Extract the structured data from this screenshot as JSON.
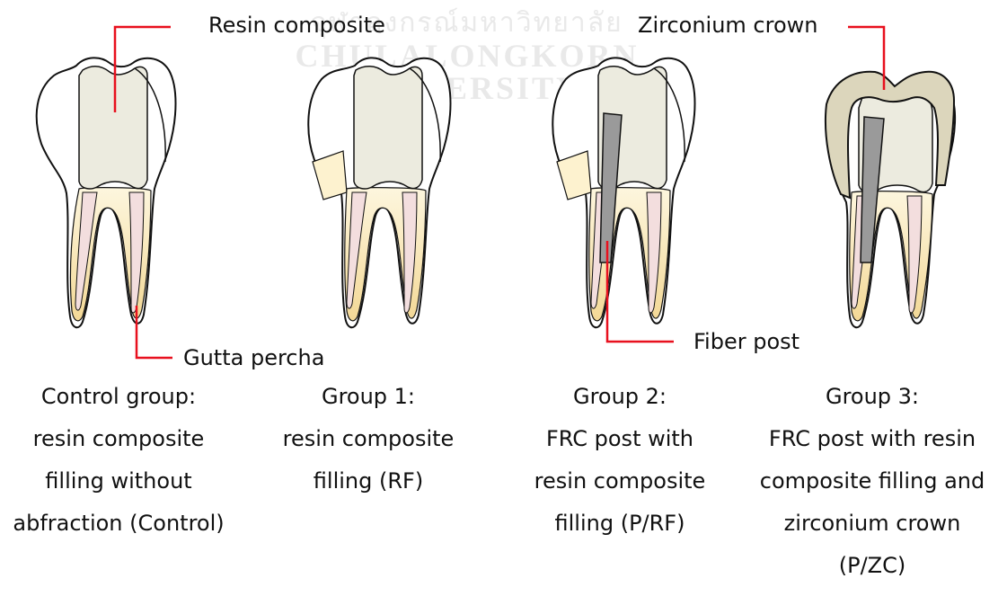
{
  "watermark": {
    "line1": "จุฬาลงกรณ์มหาวิทยาลัย",
    "line2": "CHULALONGKORN UNIVERSITY"
  },
  "labels": {
    "resin_composite": "Resin composite",
    "zirconium_crown": "Zirconium crown",
    "gutta_percha": "Gutta percha",
    "fiber_post": "Fiber post"
  },
  "groups": [
    {
      "lines": [
        "Control group:",
        "resin composite",
        "filling without",
        "abfraction (Control)"
      ]
    },
    {
      "lines": [
        "Group 1:",
        "resin composite",
        "filling (RF)"
      ]
    },
    {
      "lines": [
        "Group 2:",
        "FRC post with",
        "resin composite",
        "filling (P/RF)"
      ]
    },
    {
      "lines": [
        "Group 3:",
        "FRC post with resin",
        "composite filling and",
        "zirconium crown",
        "(P/ZC)"
      ]
    }
  ],
  "colors": {
    "enamel_outline": "#111111",
    "dentin": "#fdf2cf",
    "dentin_gradient_end": "#f2d99a",
    "resin": "#ecebdf",
    "gutta_percha": "#f3dede",
    "fiber_post": "#9a9a9a",
    "zirconia": "#dcd6bc",
    "leader_line": "#e8101e"
  }
}
